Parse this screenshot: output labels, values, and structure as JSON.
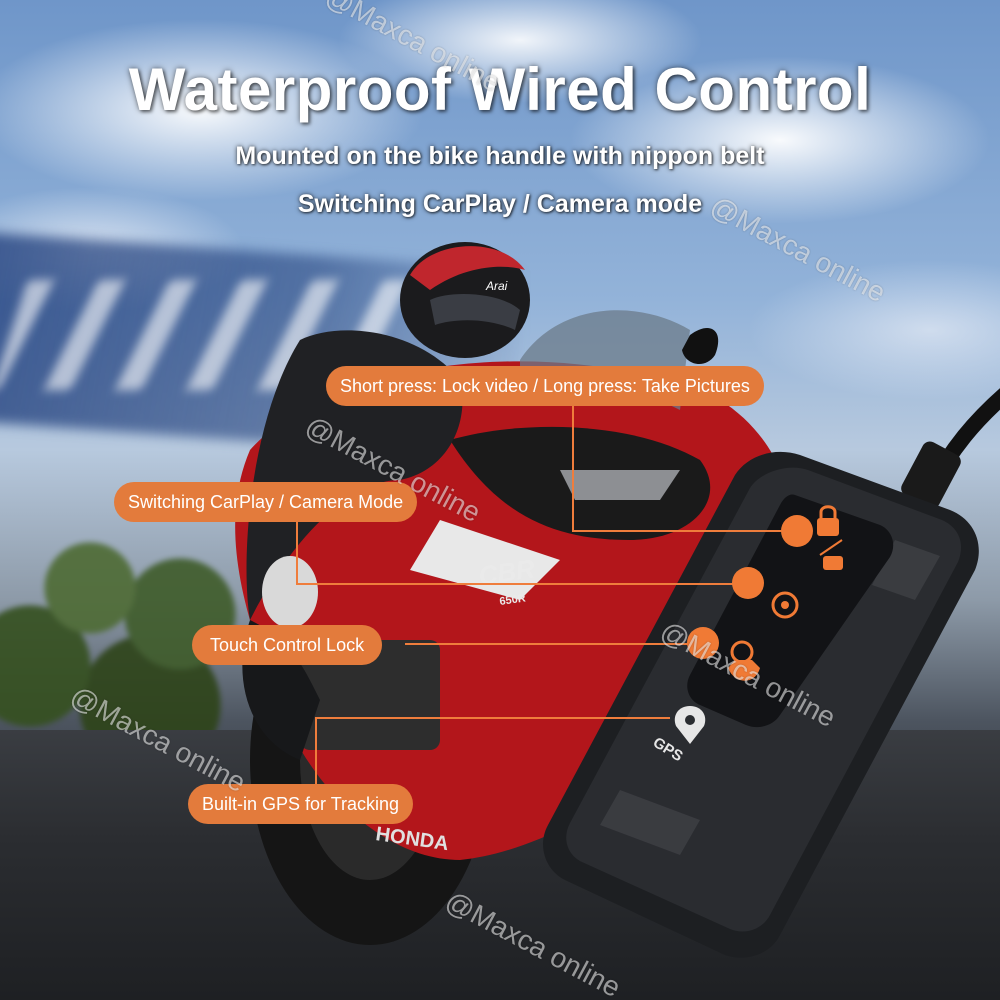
{
  "headline": "Waterproof Wired Control",
  "subtitle_lines": [
    "Mounted on the bike handle with nippon belt",
    "Switching CarPlay / Camera mode"
  ],
  "callouts": [
    {
      "label": "Short press: Lock video / Long press: Take Pictures"
    },
    {
      "label": "Switching CarPlay / Camera Mode"
    },
    {
      "label": "Touch Control Lock"
    },
    {
      "label": "Built-in GPS for Tracking"
    }
  ],
  "device": {
    "buttons": [
      {
        "icon": "lock-photo-icon"
      },
      {
        "icon": "mode-switch-icon"
      },
      {
        "icon": "touch-lock-icon"
      }
    ],
    "gps_label": "GPS",
    "gps_icon": "location-pin-icon"
  },
  "scene": {
    "helmet_brand": "Arai",
    "bike_model": "CBR",
    "bike_model_sub": "650R",
    "bike_brand": "HONDA"
  },
  "watermark": "@Maxca online",
  "colors": {
    "callout": "#e37b3c",
    "lead_line": "#ef7d3c",
    "device_body": "#1d1f22",
    "bike_red": "#b3161b"
  }
}
